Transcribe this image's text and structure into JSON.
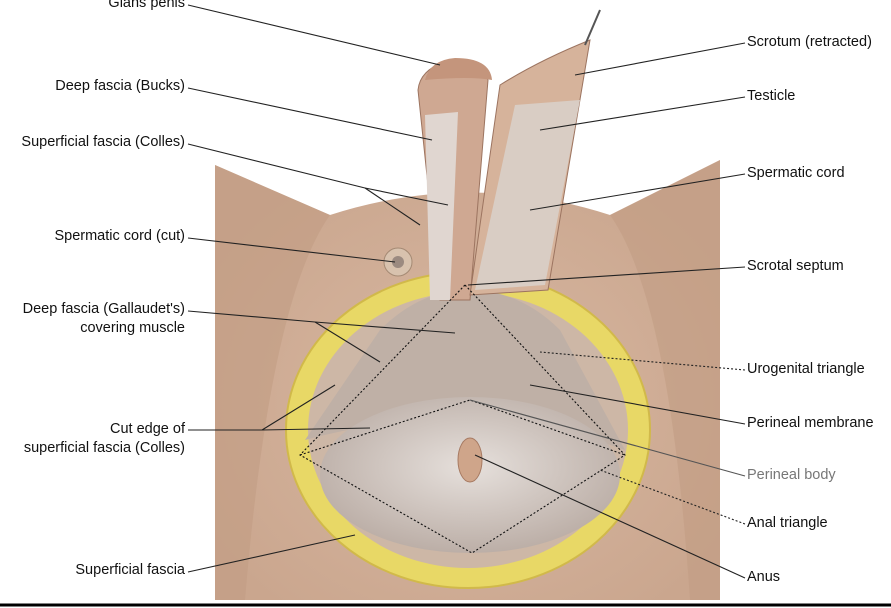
{
  "labels_left": {
    "glans_penis": "Glans penis",
    "deep_fascia_bucks": "Deep fascia (Bucks)",
    "superficial_fascia_colles": "Superficial fascia (Colles)",
    "spermatic_cord_cut": "Spermatic cord (cut)",
    "deep_fascia_gallaudet_1": "Deep fascia (Gallaudet's)",
    "deep_fascia_gallaudet_2": "covering muscle",
    "cut_edge_1": "Cut edge of",
    "cut_edge_2": "superficial fascia (Colles)",
    "superficial_fascia": "Superficial fascia"
  },
  "labels_right": {
    "scrotum_retracted": "Scrotum (retracted)",
    "testicle": "Testicle",
    "spermatic_cord": "Spermatic cord",
    "scrotal_septum": "Scrotal septum",
    "urogenital_triangle": "Urogenital triangle",
    "perineal_membrane": "Perineal membrane",
    "perineal_body": "Perineal body",
    "anal_triangle": "Anal triangle",
    "anus": "Anus"
  },
  "colors": {
    "skin": "#d9b9a2",
    "fat": "#e9dc6a",
    "membrane": "#c9bdb5",
    "leader": "#222222"
  }
}
